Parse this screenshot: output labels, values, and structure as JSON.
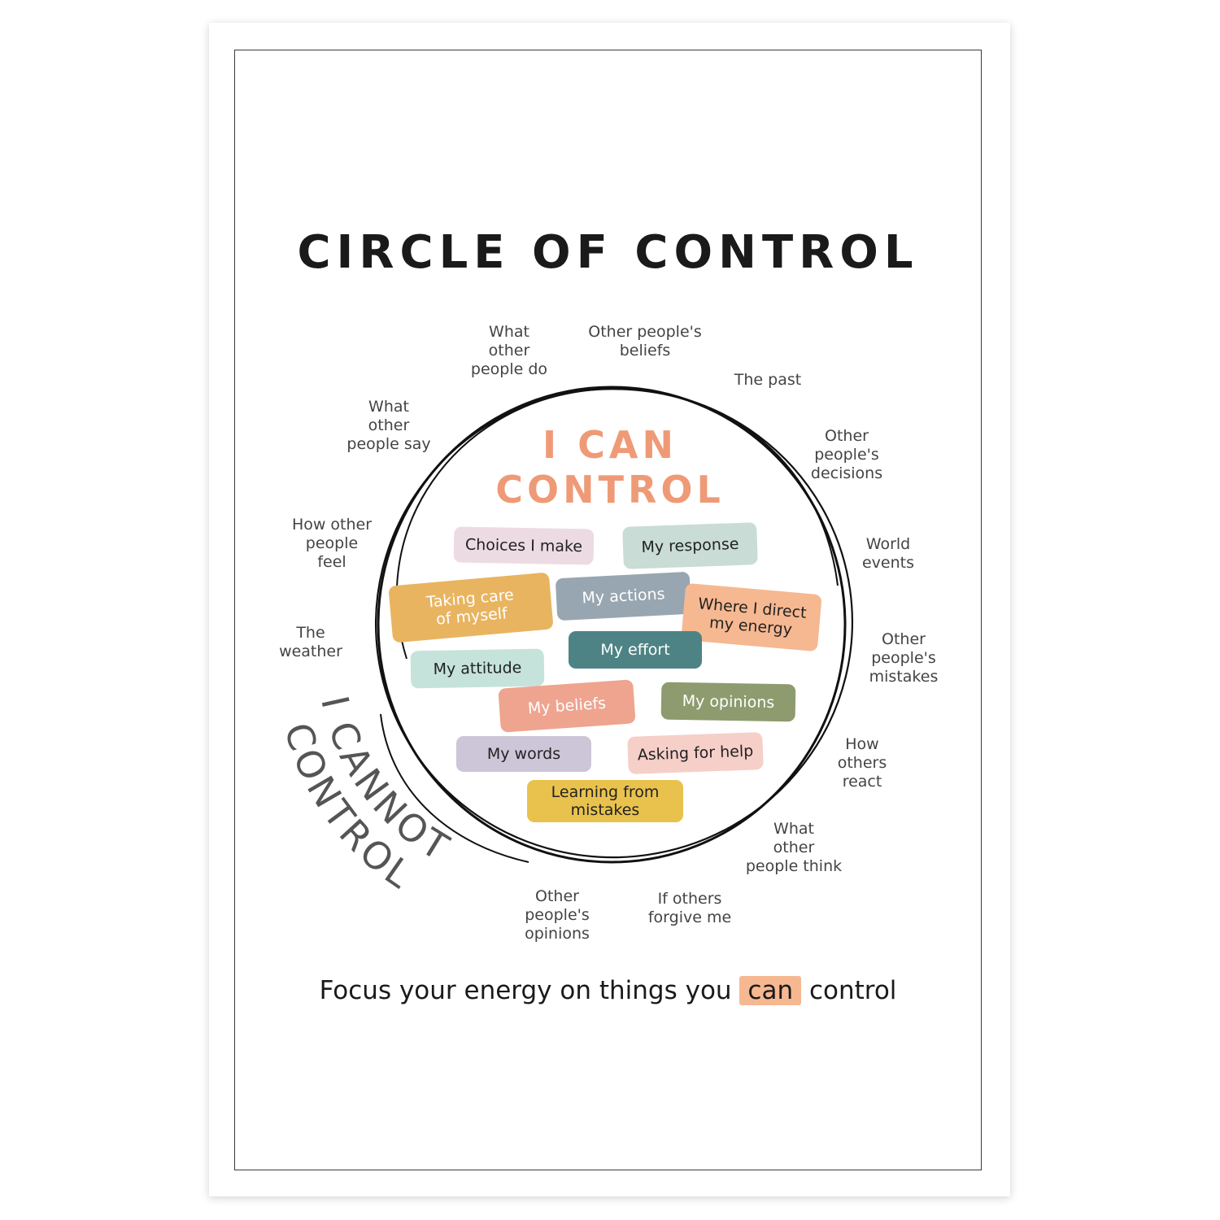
{
  "title": "CIRCLE OF CONTROL",
  "inner_heading": "I CAN\nCONTROL",
  "outer_heading": "I CANNOT CONTROL",
  "can_control": [
    {
      "label": "Choices I make",
      "color": "#eddbe4",
      "text_color": "#222222"
    },
    {
      "label": "My response",
      "color": "#c9dcd5",
      "text_color": "#222222"
    },
    {
      "label": "Taking care\nof myself",
      "color": "#e9b460",
      "text_color": "#ffffff"
    },
    {
      "label": "My actions",
      "color": "#98a6b1",
      "text_color": "#ffffff"
    },
    {
      "label": "Where I direct\nmy energy",
      "color": "#f6b891",
      "text_color": "#222222"
    },
    {
      "label": "My effort",
      "color": "#4e8385",
      "text_color": "#ffffff"
    },
    {
      "label": "My attitude",
      "color": "#c5e3db",
      "text_color": "#222222"
    },
    {
      "label": "My beliefs",
      "color": "#eea48f",
      "text_color": "#ffffff"
    },
    {
      "label": "My opinions",
      "color": "#8e9b6e",
      "text_color": "#ffffff"
    },
    {
      "label": "My words",
      "color": "#ccc6d8",
      "text_color": "#222222"
    },
    {
      "label": "Asking for help",
      "color": "#f6cfc9",
      "text_color": "#222222"
    },
    {
      "label": "Learning from\nmistakes",
      "color": "#e9c24e",
      "text_color": "#222222"
    }
  ],
  "cannot_control": [
    "What\nother\npeople do",
    "Other people's\nbeliefs",
    "The past",
    "What\nother\npeople say",
    "Other\npeople's\ndecisions",
    "How other\npeople\nfeel",
    "World\nevents",
    "The\nweather",
    "Other\npeople's\nmistakes",
    "How\nothers\nreact",
    "What\nother\npeople think",
    "Other\npeople's\nopinions",
    "If others\nforgive me"
  ],
  "footer": {
    "before": "Focus your energy on things you ",
    "highlight": "can",
    "after": " control"
  },
  "colors": {
    "accent": "#ef9a77",
    "highlight": "#f6b891",
    "ink": "#1a1a1a",
    "cannot_text": "#555555"
  }
}
